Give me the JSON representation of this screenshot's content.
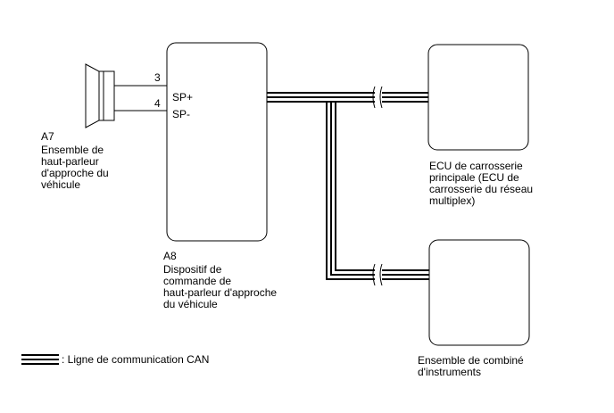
{
  "speaker": {
    "code": "A7",
    "name": "Ensemble de\nhaut-parleur\nd'approche du\nvéhicule"
  },
  "controller": {
    "code": "A8",
    "name": "Dispositif de\ncommande de\nhaut-parleur d'approche\ndu véhicule",
    "pin_labels": [
      "SP+",
      "SP-"
    ]
  },
  "wire_numbers": [
    "3",
    "4"
  ],
  "ecu_body": {
    "name": "ECU de carrosserie\nprincipale (ECU de\ncarrosserie du réseau\nmultiplex)"
  },
  "meter": {
    "name": "Ensemble de combiné\nd'instruments"
  },
  "legend": {
    "text": ": Ligne de communication CAN"
  }
}
